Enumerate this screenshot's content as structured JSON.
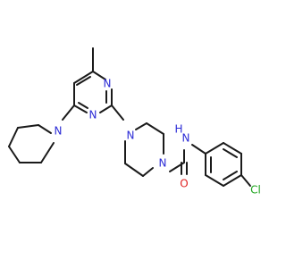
{
  "molecule": {
    "atoms": {
      "n_pyr_top": "N",
      "n_pyr_bottom": "N",
      "n_piperidine": "N",
      "n_piperazine_top": "N",
      "n_piperazine_bottom": "N",
      "n_amide": "N",
      "h_amide": "H",
      "o_carbonyl": "O",
      "cl": "Cl"
    },
    "colors": {
      "bond": "#1a1a1a",
      "nitrogen": "#2b2bd6",
      "oxygen": "#e02020",
      "chlorine": "#1aa31a"
    }
  }
}
